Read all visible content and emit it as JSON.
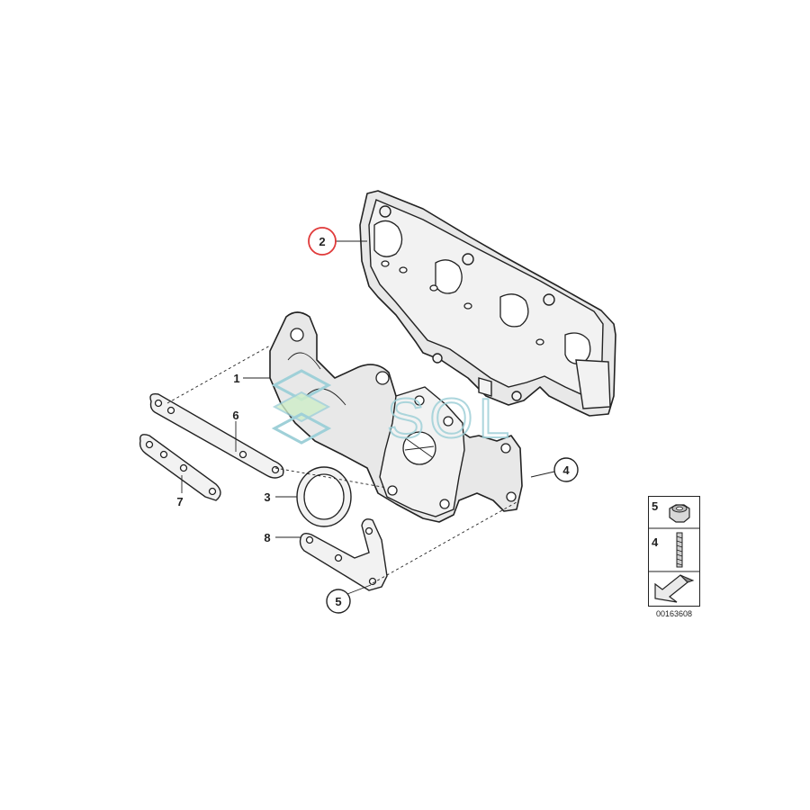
{
  "callouts": [
    {
      "id": "1",
      "text": "1"
    },
    {
      "id": "2",
      "text": "2"
    },
    {
      "id": "3",
      "text": "3"
    },
    {
      "id": "4",
      "text": "4"
    },
    {
      "id": "5",
      "text": "5"
    },
    {
      "id": "6",
      "text": "6"
    },
    {
      "id": "7",
      "text": "7"
    },
    {
      "id": "8",
      "text": "8"
    }
  ],
  "highlight_color": "#e03a3a",
  "watermark": {
    "text": "SOL"
  },
  "legend": {
    "rows": [
      {
        "label": "5",
        "icon": "nut-icon"
      },
      {
        "label": "4",
        "icon": "stud-icon"
      },
      {
        "label": "",
        "icon": "direction-arrow-icon"
      }
    ],
    "code": "00163608"
  }
}
